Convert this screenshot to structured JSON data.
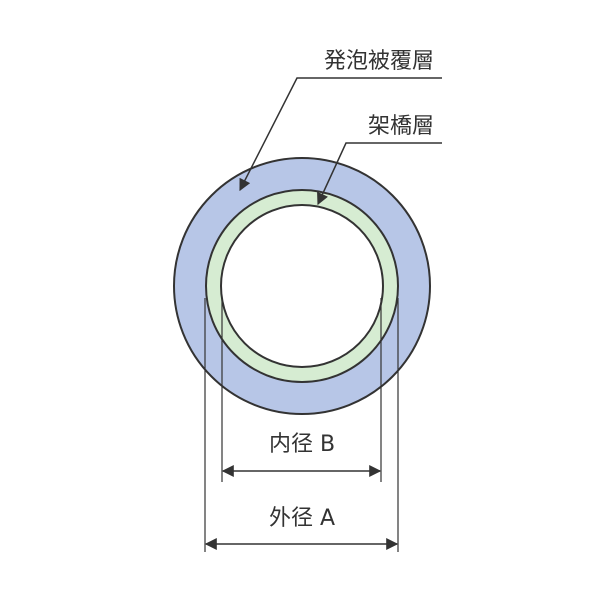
{
  "labels": {
    "foam_layer": "発泡被覆層",
    "crosslinked_layer": "架橋層",
    "inner_diameter": "内径 B",
    "outer_diameter": "外径 A"
  },
  "colors": {
    "foam_layer": "#b7c6e7",
    "crosslinked_layer": "#d6ecd2",
    "bore": "#ffffff",
    "line": "#333333"
  }
}
